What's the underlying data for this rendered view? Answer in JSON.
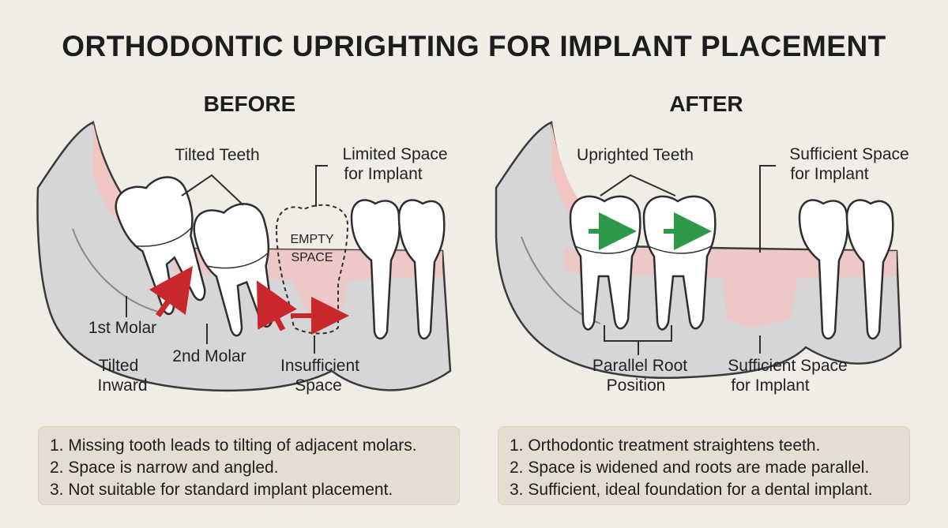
{
  "title": "ORTHODONTIC UPRIGHTING FOR IMPLANT PLACEMENT",
  "before": {
    "heading": "BEFORE",
    "labels": {
      "tilted_teeth": "Tilted Teeth",
      "limited_space_1": "Limited Space",
      "limited_space_2": "for Implant",
      "empty_space_1": "EMPTY",
      "empty_space_2": "SPACE",
      "first_molar": "1st Molar",
      "second_molar": "2nd Molar",
      "tilted_inward_1": "Tilted",
      "tilted_inward_2": "Inward",
      "insufficient_1": "Insufficient",
      "insufficient_2": "Space"
    },
    "notes": [
      "1. Missing tooth leads to tilting of adjacent molars.",
      "2. Space is narrow and angled.",
      "3. Not suitable for standard implant placement."
    ]
  },
  "after": {
    "heading": "AFTER",
    "labels": {
      "uprighted_teeth": "Uprighted Teeth",
      "sufficient_top_1": "Sufficient Space",
      "sufficient_top_2": "for Implant",
      "parallel_root_1": "Parallel Root",
      "parallel_root_2": "Position",
      "sufficient_bottom_1": "Sufficient Space",
      "sufficient_bottom_2": "for Implant"
    },
    "notes": [
      "1. Orthodontic treatment straightens teeth.",
      "2. Space is widened and roots are made parallel.",
      "3. Sufficient, ideal foundation for a dental implant."
    ]
  },
  "colors": {
    "background": "#efede5",
    "bone": "#d6d6d6",
    "gum": "#f2c5c3",
    "tooth": "#ffffff",
    "red_arrow": "#c8282c",
    "green_arrow": "#2e9a48",
    "note_box": "#e3ddd2"
  }
}
